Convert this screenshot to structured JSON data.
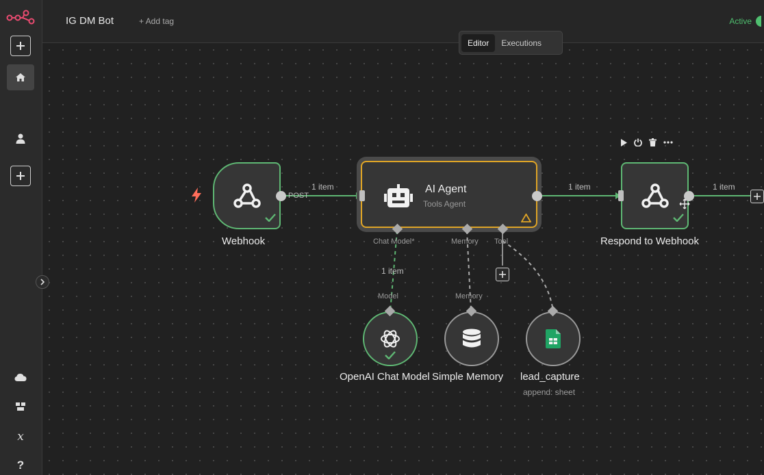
{
  "header": {
    "workflow_name": "IG DM Bot",
    "add_tag": "+ Add tag",
    "status": "Active"
  },
  "tabs": [
    {
      "label": "Editor",
      "selected": true
    },
    {
      "label": "Executions",
      "selected": false
    }
  ],
  "nodes": {
    "webhook": {
      "label": "Webhook",
      "method": "POST"
    },
    "agent": {
      "label": "AI Agent",
      "subtitle": "Tools Agent",
      "ports": {
        "chat_model": "Chat Model*",
        "memory": "Memory",
        "tool": "Tool"
      }
    },
    "respond": {
      "label": "Respond to Webhook"
    },
    "openai": {
      "label": "OpenAI Chat Model",
      "port": "Model"
    },
    "memory": {
      "label": "Simple Memory",
      "port": "Memory"
    },
    "sheets": {
      "label": "lead_capture",
      "subtitle": "append: sheet"
    }
  },
  "connections": {
    "webhook_to_agent": "1 item",
    "agent_to_respond": "1 item",
    "respond_out": "1 item",
    "model_to_agent": "1 item"
  },
  "colors": {
    "success": "#5fb874",
    "warning": "#e0a526",
    "trigger": "#ff6d5a",
    "accent": "#ea4b71"
  },
  "icons": {
    "sidebar": [
      "n8n-logo-icon",
      "plus-icon",
      "home-icon",
      "user-icon",
      "plus-icon",
      "cloud-icon",
      "templates-icon",
      "variables-icon",
      "help-icon"
    ]
  }
}
